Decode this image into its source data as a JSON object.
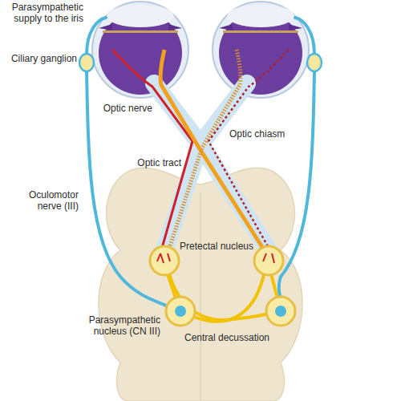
{
  "diagram": {
    "labels": [
      "Parasympathetic supply to the iris",
      "Ciliary ganglion",
      "Optic nerve",
      "Optic chiasm",
      "Optic tract",
      "Oculomotor nerve (III)",
      "Pretectal nucleus",
      "Parasympathetic nucleus (CN III)",
      "Central decussation"
    ]
  }
}
